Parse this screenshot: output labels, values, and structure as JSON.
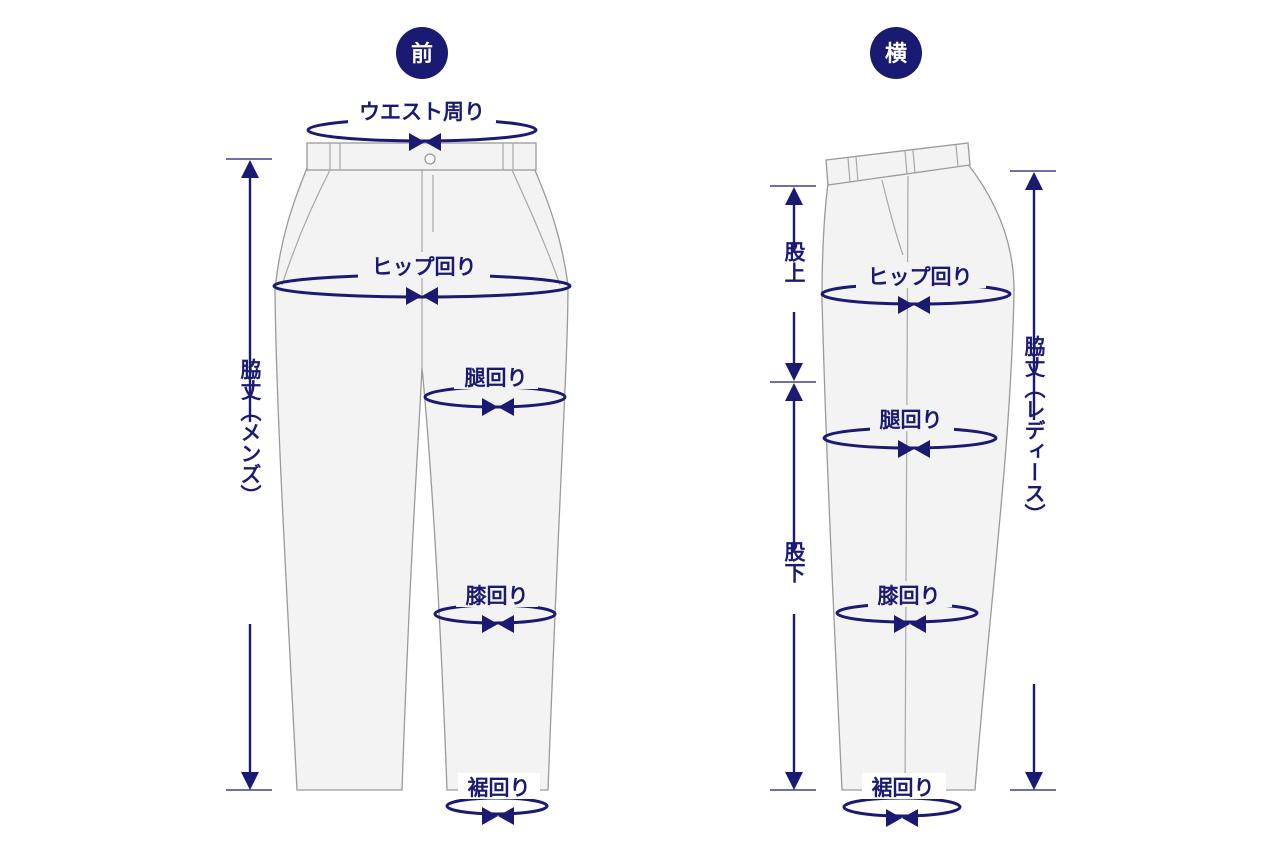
{
  "colors": {
    "accent": "#1a1a72",
    "garment_fill": "#f3f3f3",
    "garment_stroke": "#9a9a9a"
  },
  "front": {
    "badge": "前",
    "waist": "ウエスト周り",
    "hip": "ヒップ回り",
    "thigh": "腿回り",
    "knee": "膝回り",
    "hem": "裾回り",
    "side_length": "脇丈（メンズ）"
  },
  "side": {
    "badge": "横",
    "rise": "股上",
    "hip": "ヒップ回り",
    "thigh": "腿回り",
    "knee": "膝回り",
    "hem": "裾回り",
    "inseam": "股下",
    "side_length": "脇丈（レディース）"
  }
}
